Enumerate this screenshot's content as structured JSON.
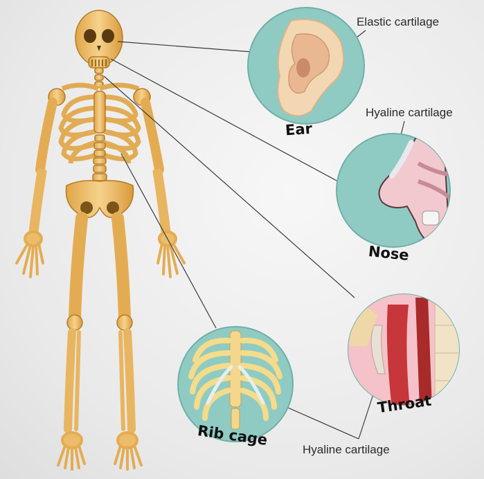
{
  "circles": {
    "ear": {
      "title": "Ear",
      "label": "Elastic cartilage"
    },
    "nose": {
      "title": "Nose",
      "label": "Hyaline cartilage"
    },
    "throat": {
      "title": "Throat"
    },
    "ribcage": {
      "title": "Rib cage"
    }
  },
  "shared_label": "Hyaline cartilage",
  "colors": {
    "bone": "#f2c778",
    "bone_shade": "#c88a2c",
    "circle_bg": "#8fcbc3",
    "cartilage": "#f0d8b8",
    "line": "#3a3a3a"
  }
}
